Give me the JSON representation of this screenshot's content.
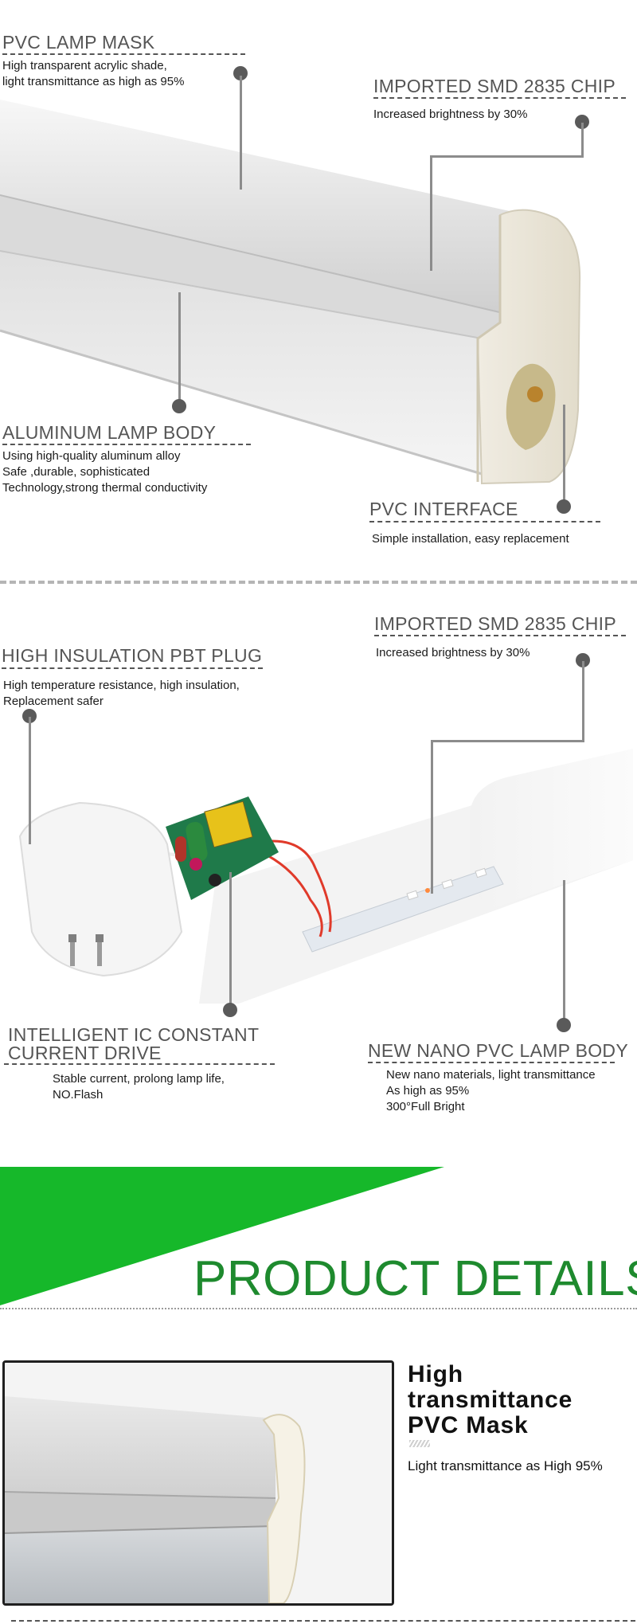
{
  "section1": {
    "pvc_mask": {
      "title": "PVC LAMP MASK",
      "lines": [
        "High transparent acrylic shade,",
        "light transmittance as high as 95%"
      ]
    },
    "smd_chip": {
      "title": "IMPORTED SMD 2835 CHIP",
      "lines": [
        "Increased brightness by 30%"
      ]
    },
    "aluminum_body": {
      "title": "ALUMINUM LAMP BODY",
      "lines": [
        "Using high-quality aluminum alloy",
        "Safe ,durable, sophisticated",
        "Technology,strong thermal conductivity"
      ]
    },
    "pvc_interface": {
      "title": "PVC INTERFACE",
      "lines": [
        "Simple installation, easy replacement"
      ]
    }
  },
  "section2": {
    "smd_chip": {
      "title": "IMPORTED SMD 2835 CHIP",
      "lines": [
        "Increased brightness by 30%"
      ]
    },
    "pbt_plug": {
      "title": "HIGH INSULATION PBT PLUG",
      "lines": [
        "High temperature resistance, high insulation,",
        "Replacement safer"
      ]
    },
    "ic_drive": {
      "title_lines": [
        "INTELLIGENT IC CONSTANT",
        "CURRENT DRIVE"
      ],
      "lines": [
        "Stable current, prolong lamp life,",
        "NO.Flash"
      ]
    },
    "nano_body": {
      "title": "NEW NANO PVC LAMP BODY",
      "lines": [
        "New nano materials, light transmittance",
        "As high as 95%",
        "300°Full Bright"
      ]
    }
  },
  "banner": {
    "title": "PRODUCT DETAILS",
    "accent_color": "#16b82a",
    "title_color": "#1e8a2e"
  },
  "detail": {
    "title_lines": [
      "High",
      "transmittance",
      "PVC Mask"
    ],
    "subtitle": "Light transmittance as High 95%"
  }
}
